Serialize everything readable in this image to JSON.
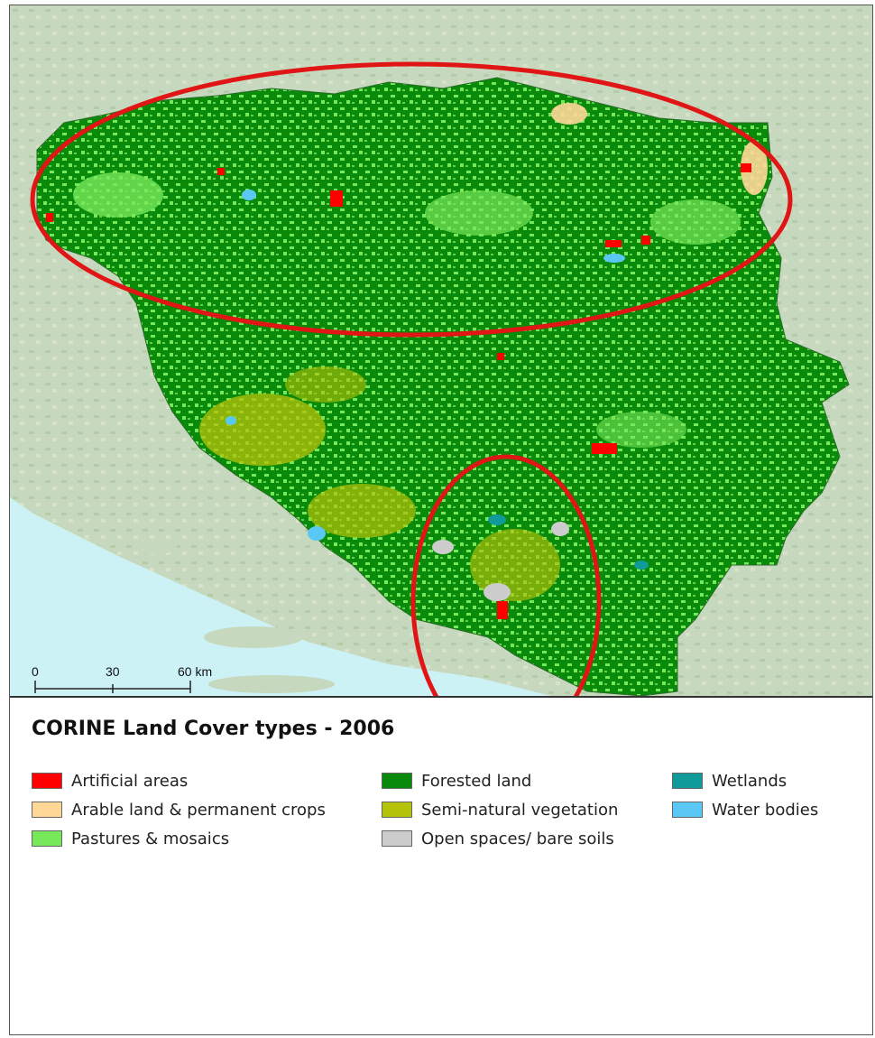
{
  "legend": {
    "title": "CORINE Land Cover types - 2006",
    "items": [
      {
        "label": "Artificial areas",
        "color": "#ff0000"
      },
      {
        "label": "Arable land & permanent crops",
        "color": "#ffd898"
      },
      {
        "label": "Pastures & mosaics",
        "color": "#77e85a"
      },
      {
        "label": "Forested land",
        "color": "#0a8a0a"
      },
      {
        "label": "Semi-natural vegetation",
        "color": "#b5c20a"
      },
      {
        "label": "Open spaces/ bare soils",
        "color": "#cccccc"
      },
      {
        "label": "Wetlands",
        "color": "#119a9a"
      },
      {
        "label": "Water bodies",
        "color": "#5ac8f5"
      }
    ]
  },
  "scale": {
    "tick_0": "0",
    "tick_30": "30",
    "tick_60": "60 km"
  },
  "colors": {
    "sea": "#ccf2f6",
    "background_land": "#c6d8bd",
    "highlight_ellipse": "#e01515"
  }
}
